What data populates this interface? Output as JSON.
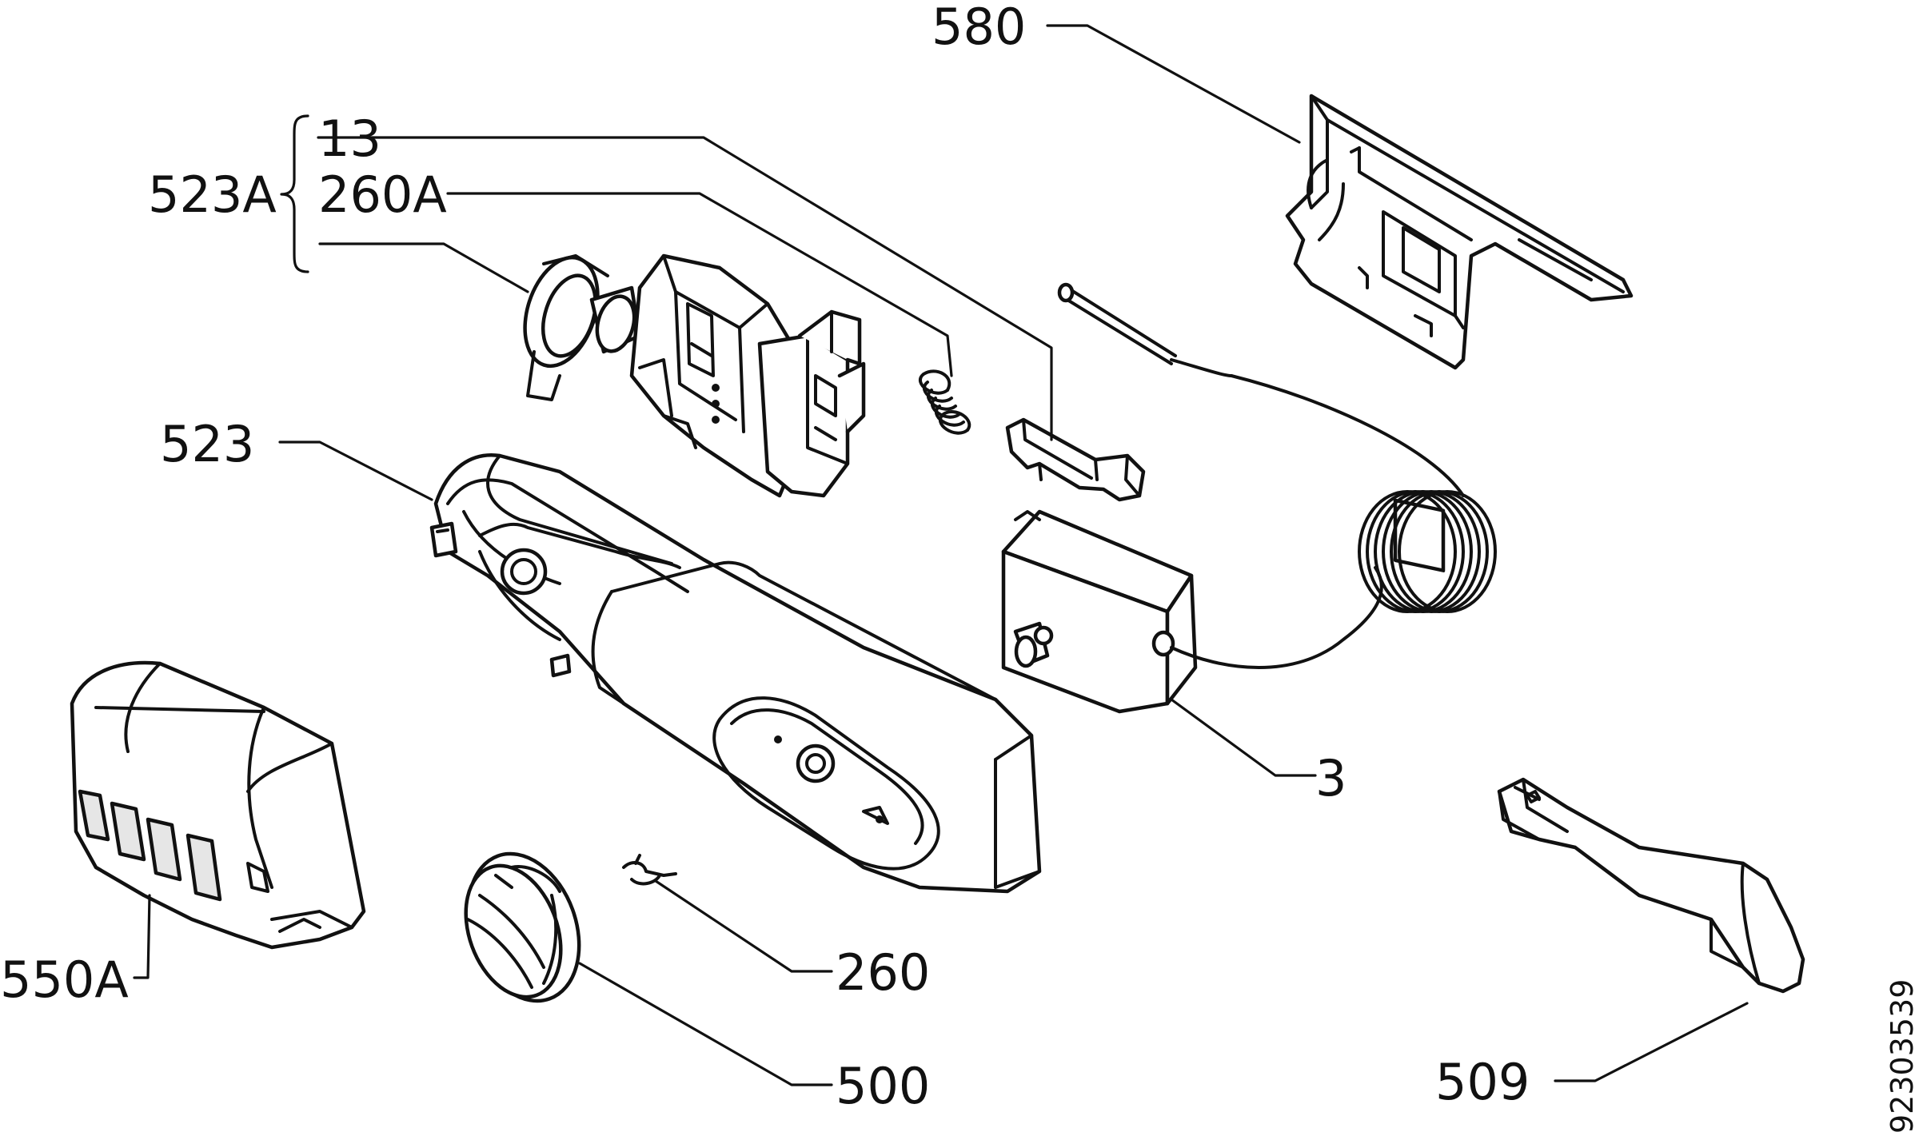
{
  "diagram": {
    "labels": {
      "p580": "580",
      "p13": "13",
      "p260a": "260A",
      "p523a": "523A",
      "p523": "523",
      "p3": "3",
      "p550a": "550A",
      "p260": "260",
      "p500": "500",
      "p509": "509"
    },
    "document_code": "92303539"
  }
}
